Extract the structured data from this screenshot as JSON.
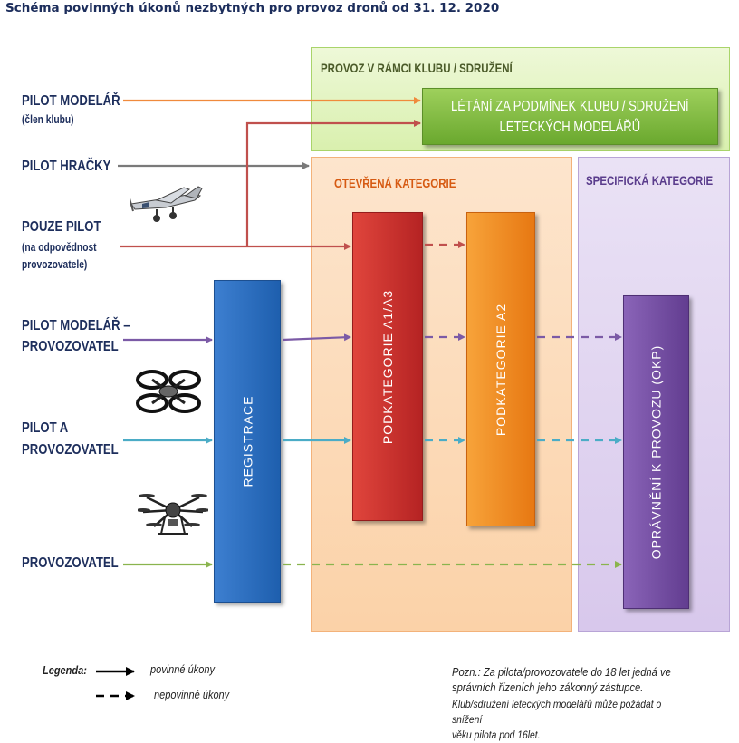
{
  "title": "Schéma povinných úkonů nezbytných pro provoz dronů od 31. 12. 2020",
  "zones": {
    "klub": "PROVOZ V RÁMCI KLUBU / SDRUŽENÍ",
    "otevrena": "OTEVŘENÁ KATEGORIE",
    "specificka": "SPECIFICKÁ KATEGORIE"
  },
  "boxes": {
    "letani": "LÉTÁNÍ ZA PODMÍNEK KLUBU / SDRUŽENÍ\nLETECKÝCH MODELÁŘŮ",
    "registrace": "REGISTRACE",
    "a1a3": "PODKATEGORIE A1/A3",
    "a2": "PODKATEGORIE A2",
    "okp": "OPRÁVNĚNÍ K PROVOZU (OKP)"
  },
  "actors": {
    "pilot_modelar": {
      "line1": "PILOT MODELÁŘ",
      "sub": "(člen klubu)"
    },
    "pilot_hracky": {
      "line1": "PILOT HRAČKY"
    },
    "pouze_pilot": {
      "line1": "POUZE PILOT",
      "sub1": "(na odpovědnost",
      "sub2": "provozovatele)"
    },
    "pilot_modelar_provozovatel": {
      "line1": "PILOT MODELÁŘ –",
      "line2": "PROVOZOVATEL"
    },
    "pilot_a_provozovatel": {
      "line1": "PILOT A",
      "line2": "PROVOZOVATEL"
    },
    "provozovatel": {
      "line1": "PROVOZOVATEL"
    }
  },
  "colors": {
    "orange": "#f08a3c",
    "gray": "#7a7a7a",
    "red": "#c0504d",
    "purple": "#7b5aa6",
    "teal": "#4bacc6",
    "green": "#8ab44e"
  },
  "icons": [
    "airplane-icon",
    "quadcopter-icon",
    "hexacopter-icon"
  ],
  "legend": {
    "title": "Legenda:",
    "solid": "povinné úkony",
    "dashed": "nepovinné úkony"
  },
  "note": {
    "p1": "Pozn.: Za pilota/provozovatele do 18 let jedná ve\nsprávních řízeních jeho zákonný zástupce.",
    "p2": "Klub/sdružení leteckých modelářů může požádat o snížení\nvěku pilota pod 16let."
  }
}
